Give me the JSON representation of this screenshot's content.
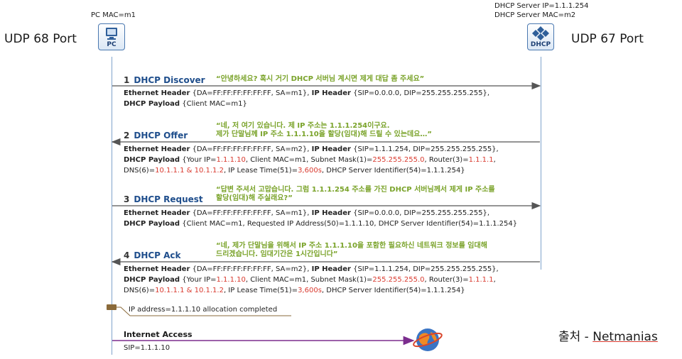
{
  "pc": {
    "mac": "PC MAC=m1",
    "port": "UDP 68 Port",
    "label": "PC"
  },
  "server": {
    "ip": "DHCP Server IP=1.1.1.254",
    "mac": "DHCP Server MAC=m2",
    "port": "UDP 67 Port",
    "label": "DHCP"
  },
  "steps": [
    {
      "num": "1",
      "title": "DHCP Discover",
      "quote": "“안녕하세요? 혹시 거기 DHCP 서버님 계시면 제게 대답 좀 주세요”",
      "eth_label": "Ethernet Header",
      "eth": " {DA=FF:FF:FF:FF:FF:FF, SA=m1}, ",
      "ip_label": "IP Header",
      "ip": " {SIP=0.0.0.0, DIP=255.255.255.255},",
      "payload_label": "DHCP Payload",
      "payload": " {Client MAC=m1}"
    },
    {
      "num": "2",
      "title": "DHCP Offer",
      "quote": "“네, 저 여기 있습니다. 제 IP 주소는 1.1.1.254이구요.\n제가 단말님께 IP 주소 1.1.1.10을 할당(임대)해 드릴 수 있는데요…”",
      "eth_label": "Ethernet Header",
      "eth": " {DA=FF:FF:FF:FF:FF:FF, SA=m2}, ",
      "ip_label": "IP Header",
      "ip": " {SIP=1.1.1.254, DIP=255.255.255.255},",
      "payload_label": "DHCP Payload",
      "p1": " {Your IP=",
      "yourip": "1.1.1.10",
      "p2": ", Client MAC=m1, Subnet Mask(1)=",
      "mask": "255.255.255.0",
      "p3": ", Router(3)=",
      "router": "1.1.1.1",
      "p4": ",",
      "dns_label": "DNS(6)=",
      "dns": "10.1.1.1 & 10.1.1.2",
      "p5": ", IP Lease Time(51)=",
      "lease": "3,600s",
      "p6": ", DHCP Server Identifier(54)=1.1.1.254}"
    },
    {
      "num": "3",
      "title": "DHCP Request",
      "quote": "“답변 주셔서 고맙습니다. 그럼 1.1.1.254 주소를 가진 DHCP 서버님께서 제게 IP 주소를\n할당(임대)해 주실래요?”",
      "eth_label": "Ethernet Header",
      "eth": " {DA=FF:FF:FF:FF:FF:FF, SA=m1}, ",
      "ip_label": "IP Header",
      "ip": " {SIP=0.0.0.0, DIP=255.255.255.255},",
      "payload_label": "DHCP Payload",
      "payload": " {Client MAC=m1, Requested IP Address(50)=1.1.1.10, DHCP Server Identifier(54)=1.1.1.254}"
    },
    {
      "num": "4",
      "title": "DHCP Ack",
      "quote": "“네, 제가 단말님을 위해서 IP 주소 1.1.1.10을 포함한 필요하신 네트워크 정보를 임대해\n드리겠습니다. 임대기간은 1시간입니다”",
      "eth_label": "Ethernet Header",
      "eth": " {DA=FF:FF:FF:FF:FF:FF, SA=m2}, ",
      "ip_label": "IP Header",
      "ip": " {SIP=1.1.1.254, DIP=255.255.255.255},",
      "payload_label": "DHCP Payload",
      "p1": " {Your IP=",
      "yourip": "1.1.1.10",
      "p2": ", Client MAC=m1, Subnet Mask(1)=",
      "mask": "255.255.255.0",
      "p3": ", Router(3)=",
      "router": "1.1.1.1",
      "p4": ",",
      "dns_label": "DNS(6)=",
      "dns": "10.1.1.1 & 10.1.1.2",
      "p5": ", IP Lease Time(51)=",
      "lease": "3,600s",
      "p6": ", DHCP Server Identifier(54)=1.1.1.254}"
    }
  ],
  "allocation": "IP address=1.1.1.10 allocation completed",
  "internet": {
    "title": "Internet Access",
    "sip": "SIP=1.1.1.10"
  },
  "source": {
    "prefix": "출처 - ",
    "name": "Netmanias"
  },
  "colors": {
    "arrow": "#555555",
    "step_title": "#1f4e8c",
    "quote": "#7aa32a",
    "highlight": "#d93a2f",
    "internet_arrow": "#7b2d8e"
  },
  "icons": {
    "pc": "monitor-icon",
    "dhcp": "dhcp-server-icon",
    "internet": "globe-icon",
    "allocation": "flag-icon"
  }
}
